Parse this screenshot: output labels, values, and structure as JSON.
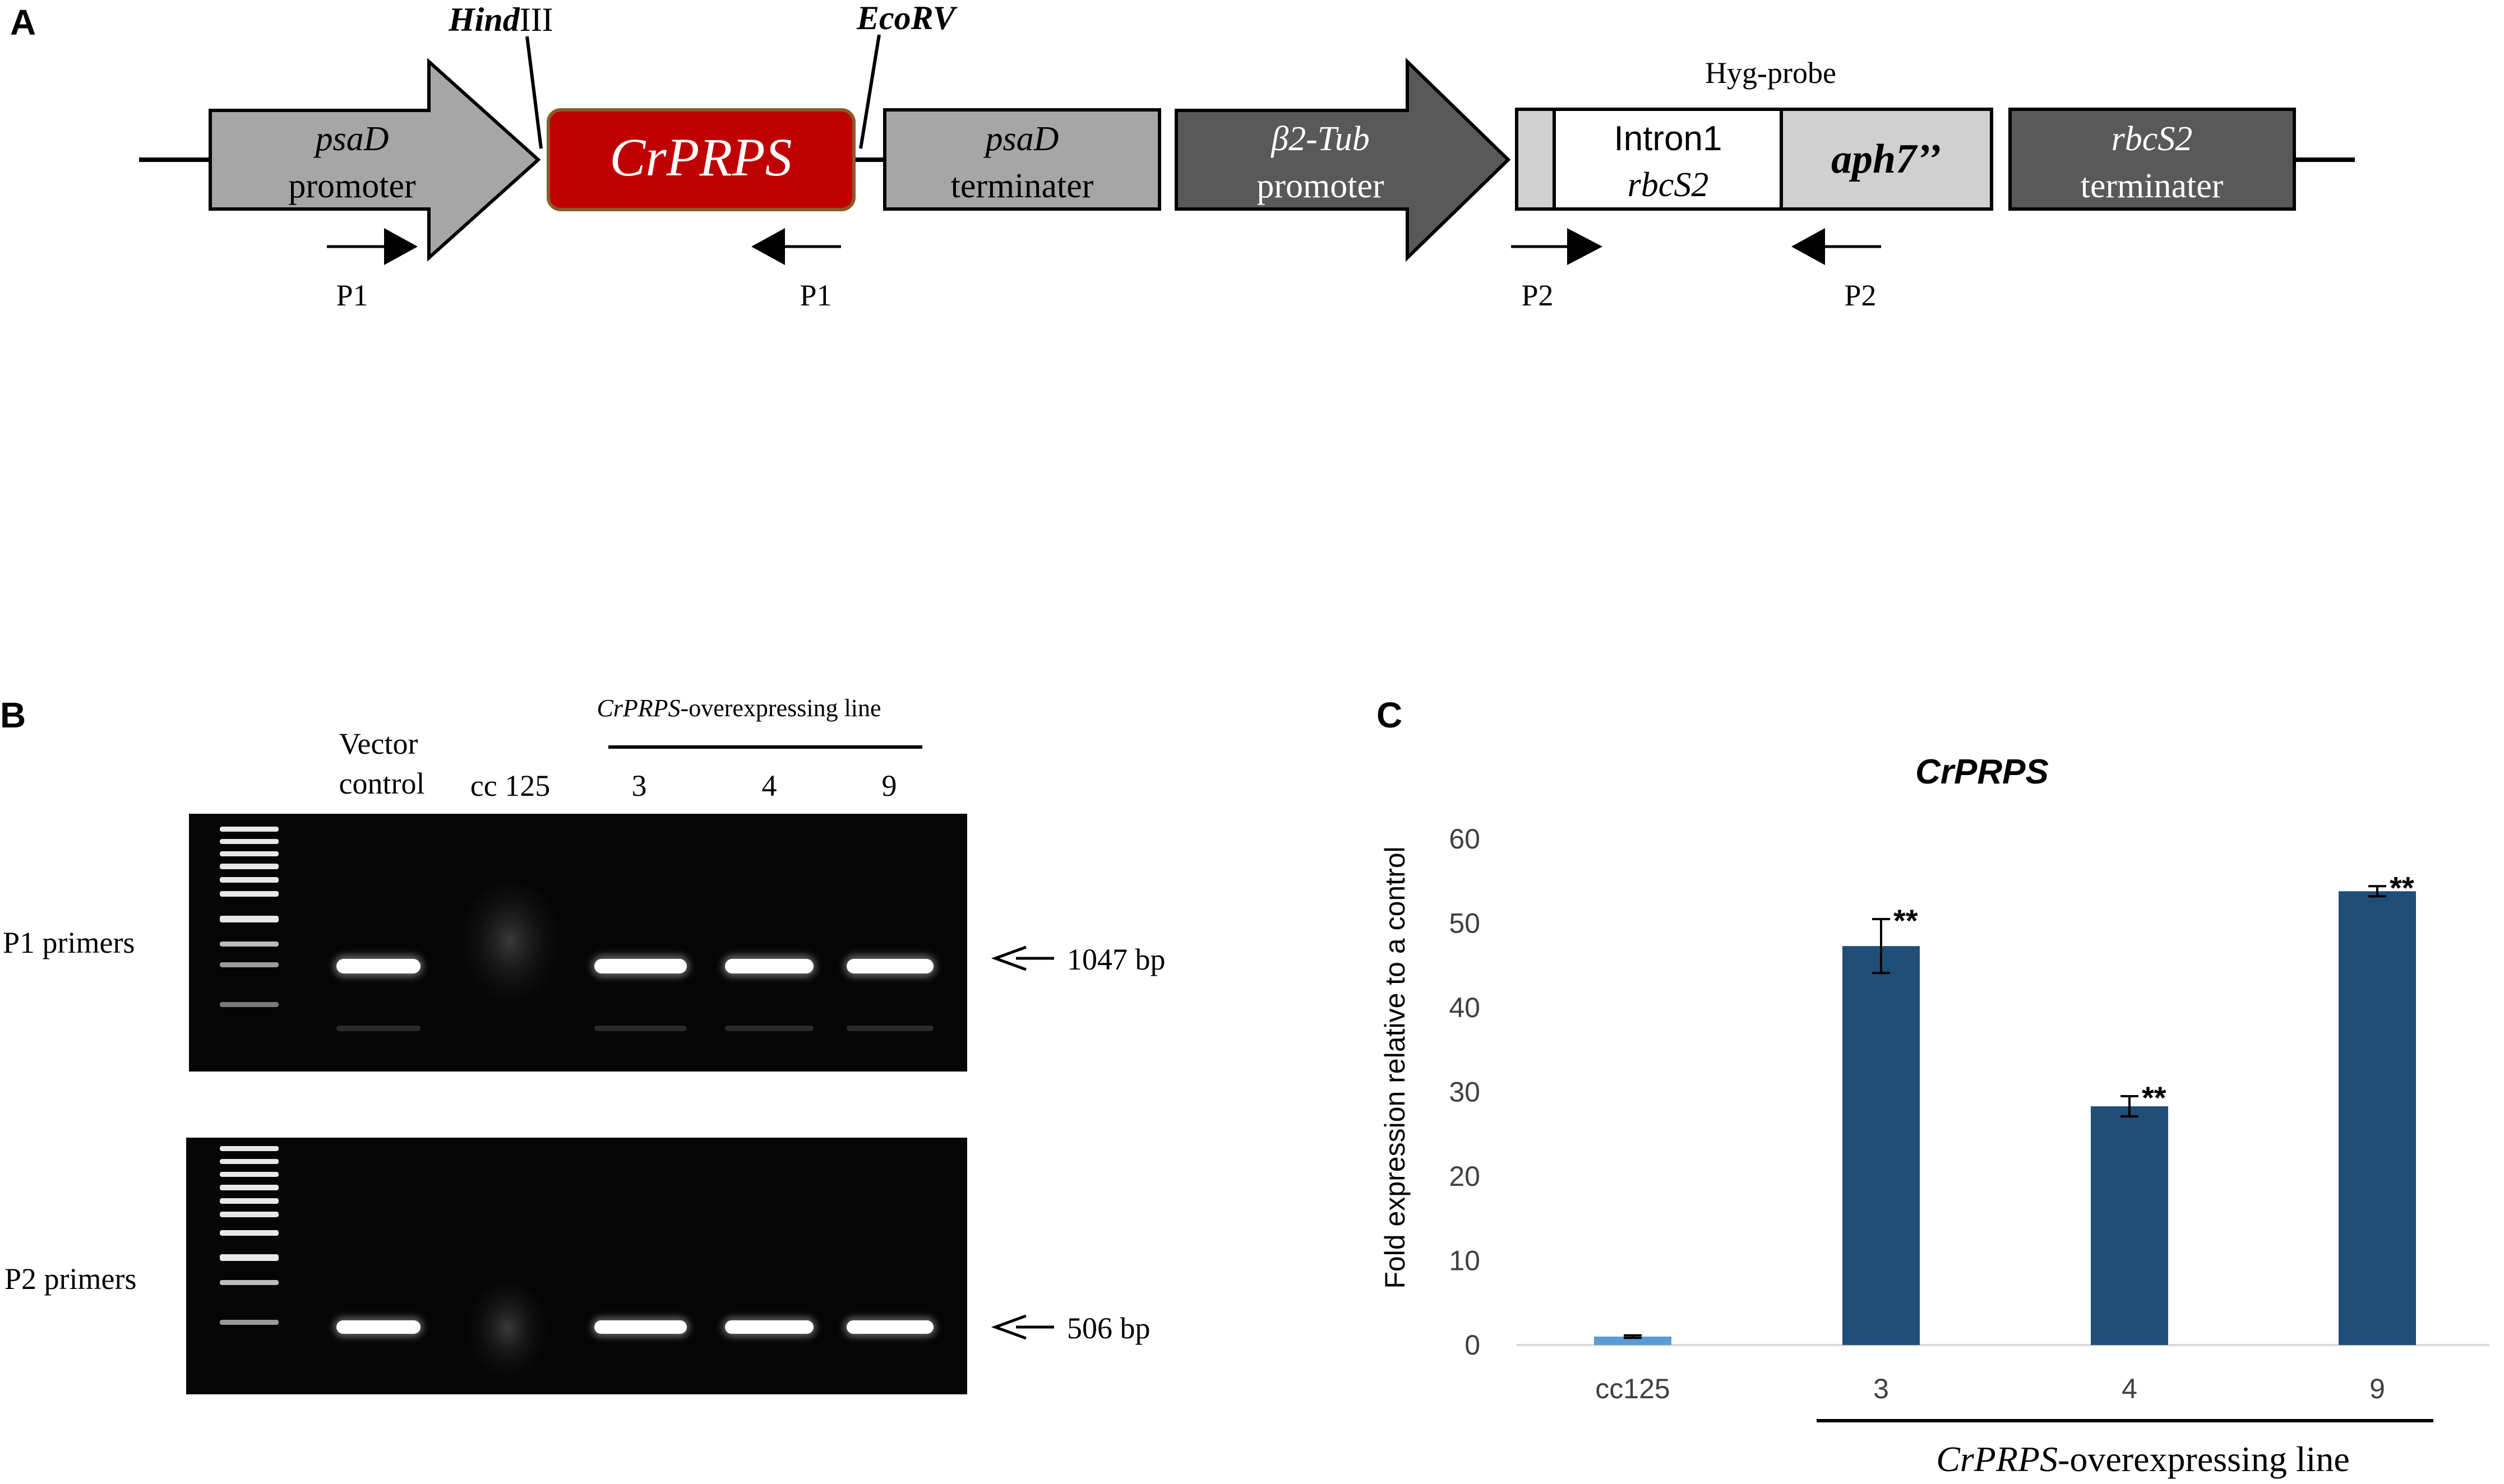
{
  "panels": {
    "a": {
      "label": "A",
      "sites": {
        "hind_italic": "Hind",
        "hind_rest": "III",
        "ecorv": "EcoRV"
      },
      "hyg_probe": "Hyg-probe",
      "elements": {
        "psad_promoter": {
          "line1": "psaD",
          "line2": "promoter"
        },
        "crprps": {
          "label": "CrPRPS"
        },
        "psad_terminater": {
          "line1": "psaD",
          "line2": "terminater"
        },
        "b2tub_promoter": {
          "line1": "β2-Tub",
          "line2": "promoter"
        },
        "intron": {
          "line1": "Intron1",
          "line2": "rbcS2"
        },
        "aph7": {
          "label": "aph7’’"
        },
        "rbcs2_terminater": {
          "line1": "rbcS2",
          "line2": "terminater"
        }
      },
      "primers": {
        "p1_left": "P1",
        "p1_right": "P1",
        "p2_left": "P2",
        "p2_right": "P2"
      },
      "colors": {
        "light_gray": "#A6A6A6",
        "dark_gray": "#595959",
        "red": "#C00000",
        "pale_gray": "#D0D0D0"
      }
    },
    "b": {
      "label": "B",
      "header": {
        "italic": "CrPRPS",
        "rest": "-overexpressing line"
      },
      "lanes": {
        "vector_line1": "Vector",
        "vector_line2": "control",
        "cc125": "cc 125",
        "l3": "3",
        "l4": "4",
        "l9": "9"
      },
      "rows": {
        "p1": "P1 primers",
        "p2": "P2 primers"
      },
      "bands": {
        "p1_size": "1047 bp",
        "p2_size": "506 bp"
      }
    },
    "c": {
      "label": "C",
      "group_italic": "CrPRPS",
      "group_rest": "-overexpressing line"
    }
  },
  "chart_data": {
    "type": "bar",
    "title": "CrPRPS",
    "ylabel": "Fold expression relative to a control",
    "xlabel": "",
    "categories": [
      "cc125",
      "3",
      "4",
      "9"
    ],
    "series": [
      {
        "values": [
          1.0,
          47.3,
          28.3,
          53.8
        ],
        "errors": [
          0.15,
          3.2,
          1.2,
          0.6
        ]
      }
    ],
    "significance": [
      "",
      "**",
      "**",
      "**"
    ],
    "ylim": [
      0,
      60
    ],
    "yticks": [
      0,
      10,
      20,
      30,
      40,
      50,
      60
    ],
    "grid": false,
    "colors": {
      "control": "#5B9BD5",
      "lines": "#1F4E79"
    }
  }
}
